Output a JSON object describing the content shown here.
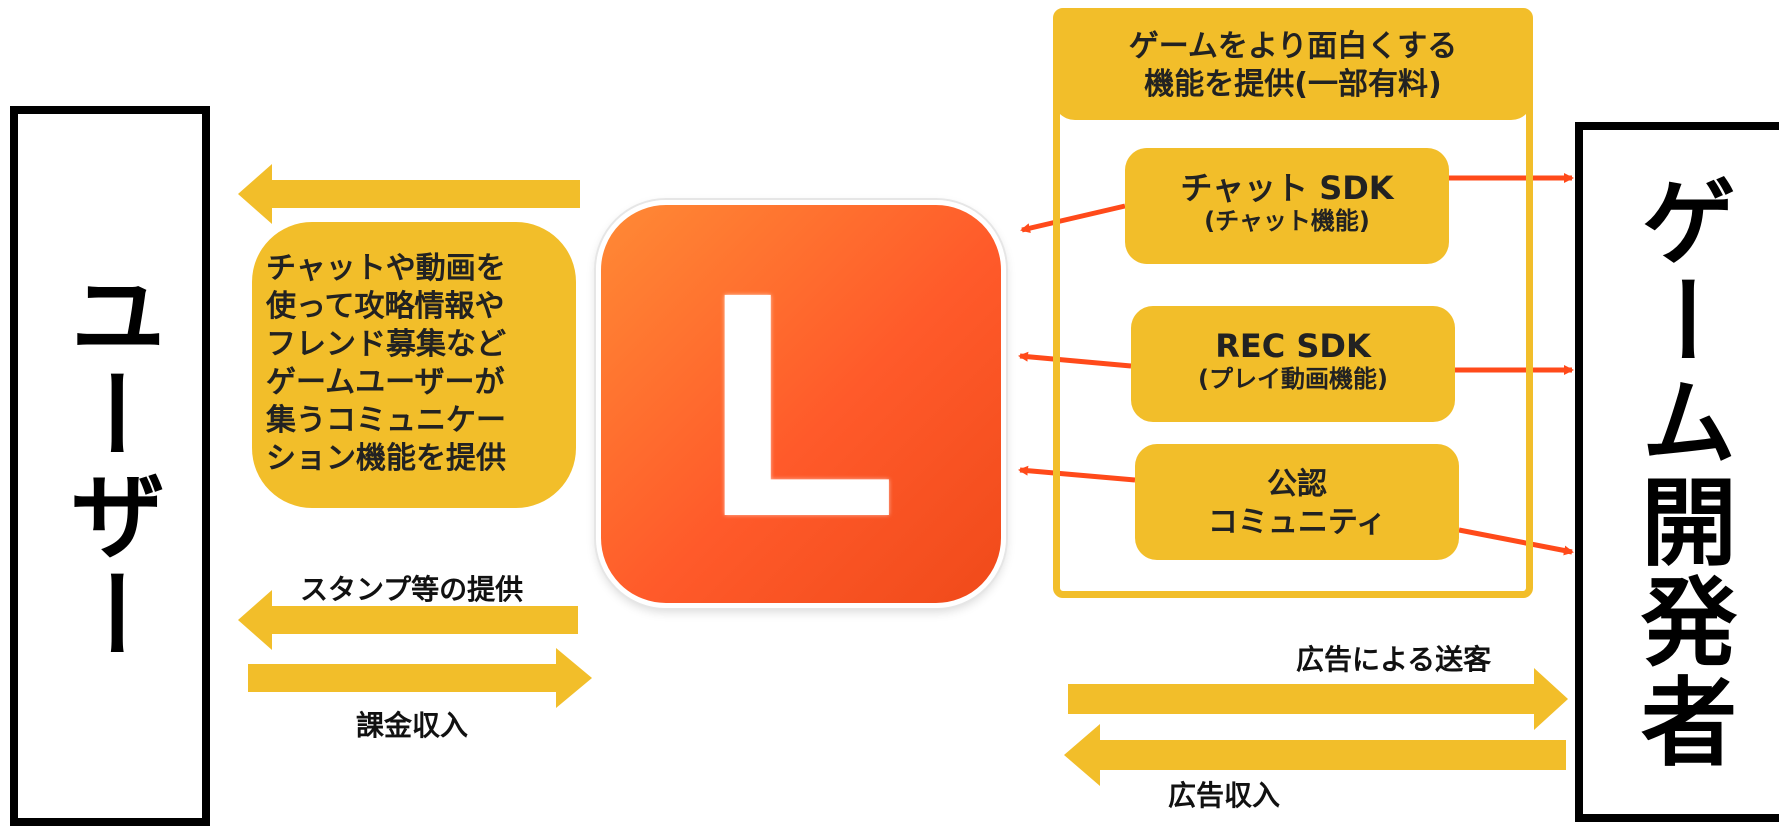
{
  "user": {
    "label": "ユーザー"
  },
  "developer": {
    "label": "ゲーム開発者"
  },
  "app": {
    "letter": "L"
  },
  "left_description": {
    "lines": [
      "チャットや動画を",
      "使って攻略情報や",
      "フレンド募集など",
      "ゲームユーザーが",
      "集うコミュニケー",
      "ション機能を提供"
    ]
  },
  "sdk_panel": {
    "header": "ゲームをより面白くする\n機能を提供(一部有料)",
    "chat": {
      "title": "チャット SDK",
      "sub": "(チャット機能)"
    },
    "rec": {
      "title": "REC SDK",
      "sub": "(プレイ動画機能)"
    },
    "community": {
      "line1": "公認",
      "line2": "コミュニティ"
    }
  },
  "flows": {
    "stamp": "スタンプ等の提供",
    "billing": "課金収入",
    "ad_traffic": "広告による送客",
    "ad_revenue": "広告収入"
  },
  "colors": {
    "yellow": "#f2be2a",
    "red_arrow": "#ff4a1a",
    "icon_orange": "#ff6a2e",
    "border_black": "#000000"
  }
}
